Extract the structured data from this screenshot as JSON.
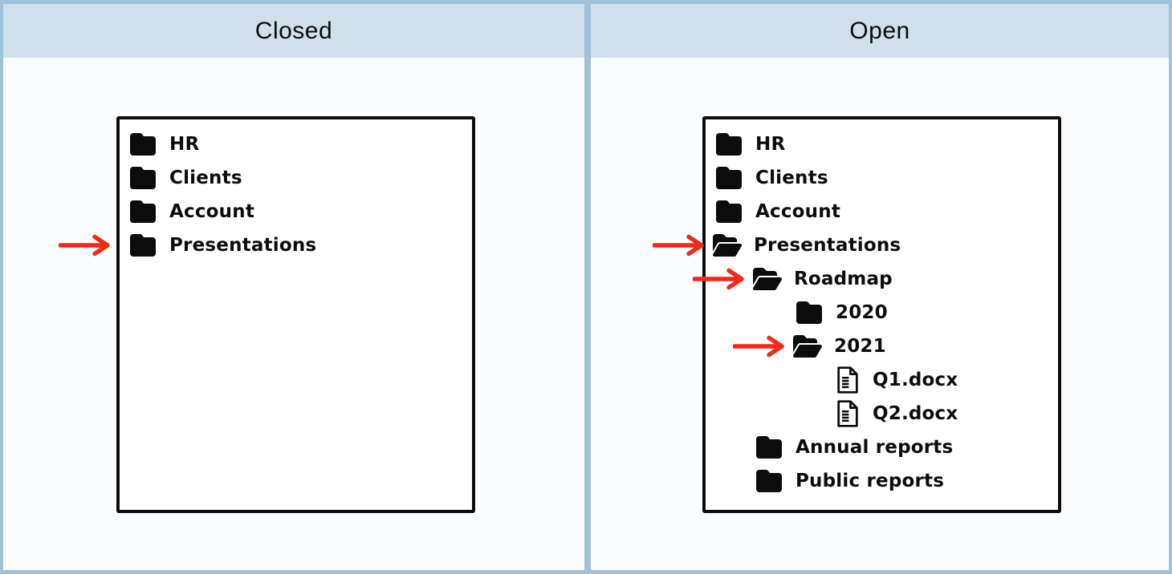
{
  "diagram": {
    "type": "folder-tree-comparison",
    "columns": [
      "Closed",
      "Open"
    ]
  },
  "panels": [
    {
      "title": "Closed",
      "tree": [
        {
          "label": "HR",
          "icon": "folder-closed",
          "level": 0,
          "arrow": false
        },
        {
          "label": "Clients",
          "icon": "folder-closed",
          "level": 0,
          "arrow": false
        },
        {
          "label": "Account",
          "icon": "folder-closed",
          "level": 0,
          "arrow": false
        },
        {
          "label": "Presentations",
          "icon": "folder-closed",
          "level": 0,
          "arrow": true
        }
      ]
    },
    {
      "title": "Open",
      "tree": [
        {
          "label": "HR",
          "icon": "folder-closed",
          "level": 0,
          "arrow": false
        },
        {
          "label": "Clients",
          "icon": "folder-closed",
          "level": 0,
          "arrow": false
        },
        {
          "label": "Account",
          "icon": "folder-closed",
          "level": 0,
          "arrow": false
        },
        {
          "label": "Presentations",
          "icon": "folder-open",
          "level": 0,
          "arrow": true
        },
        {
          "label": "Roadmap",
          "icon": "folder-open",
          "level": 1,
          "arrow": true
        },
        {
          "label": "2020",
          "icon": "folder-closed",
          "level": 2,
          "arrow": false
        },
        {
          "label": "2021",
          "icon": "folder-open",
          "level": 2,
          "arrow": true
        },
        {
          "label": "Q1.docx",
          "icon": "document",
          "level": 3,
          "arrow": false
        },
        {
          "label": "Q2.docx",
          "icon": "document",
          "level": 3,
          "arrow": false
        },
        {
          "label": "Annual reports",
          "icon": "folder-closed",
          "level": 1,
          "arrow": false
        },
        {
          "label": "Public reports",
          "icon": "folder-closed",
          "level": 1,
          "arrow": false
        }
      ]
    }
  ],
  "colors": {
    "header_bg": "#d0e0ea",
    "frame_border": "#a0c2d8",
    "panel_bg": "#fafcfe",
    "box_border": "#0c0c0c",
    "text": "#0c0c0c",
    "arrow_red": "#ee2a18"
  }
}
